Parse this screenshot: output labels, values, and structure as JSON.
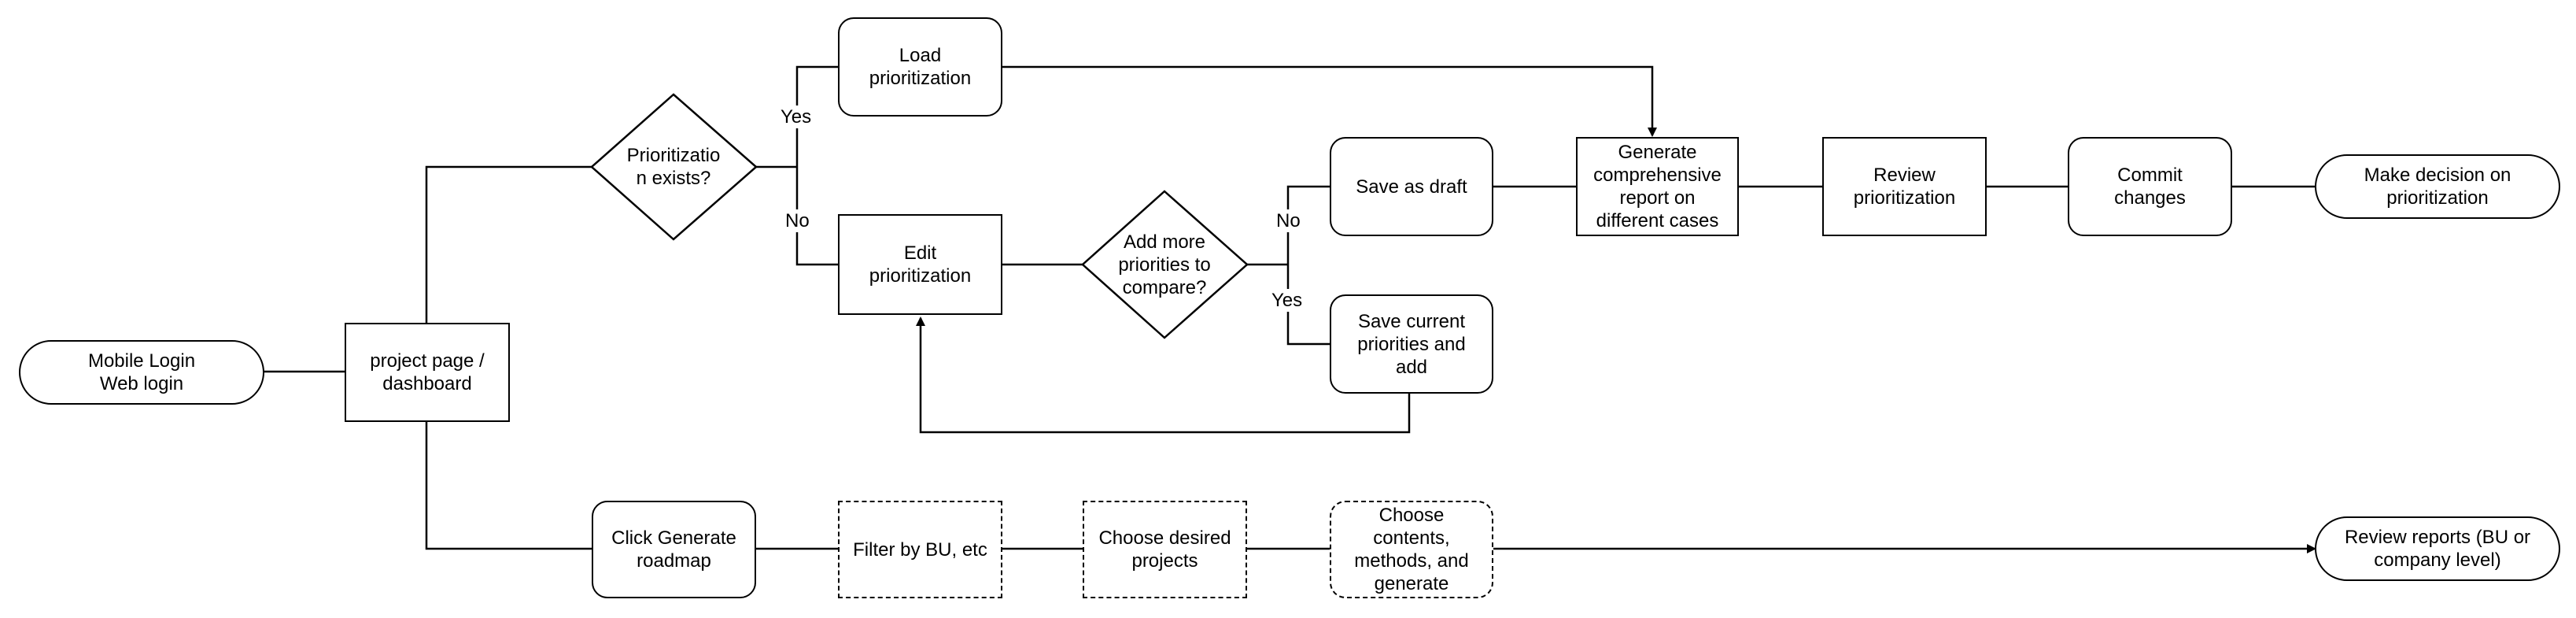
{
  "nodes": {
    "login": "Mobile Login\nWeb login",
    "dashboard": "project page /\ndashboard",
    "prio_exists": "Prioritizatio\nn exists?",
    "load_prio": "Load\nprioritization",
    "edit_prio": "Edit\nprioritization",
    "add_more": "Add more\npriorities to\ncompare?",
    "save_draft": "Save as draft",
    "save_current": "Save current\npriorities and\nadd",
    "generate_report": "Generate\ncomprehensive\nreport on\ndifferent cases",
    "review_prio": "Review\nprioritization",
    "commit": "Commit\nchanges",
    "make_decision": "Make decision on\nprioritization",
    "click_generate": "Click Generate\nroadmap",
    "filter_bu": "Filter by BU, etc",
    "choose_projects": "Choose desired\nprojects",
    "choose_contents": "Choose\ncontents,\nmethods, and\ngenerate",
    "review_reports": "Review reports (BU or\ncompany level)"
  },
  "edges": {
    "yes_1": "Yes",
    "no_1": "No",
    "no_2": "No",
    "yes_2": "Yes"
  }
}
